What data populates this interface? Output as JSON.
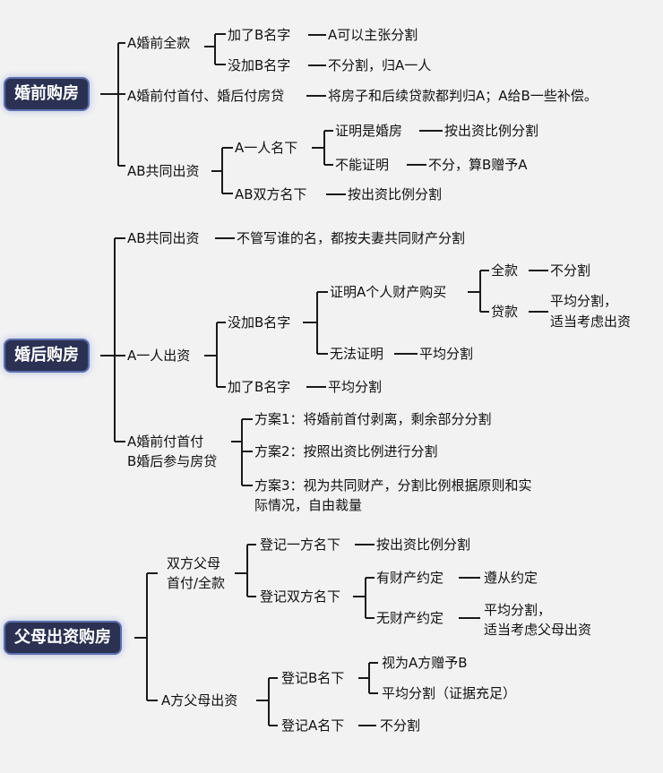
{
  "sections": {
    "premarital": {
      "title": "婚前购房",
      "full_pay": {
        "label": "A婚前全款",
        "with_b": "加了B名字",
        "with_b_result": "A可以主张分割",
        "without_b": "没加B名字",
        "without_b_result": "不分割，归A一人"
      },
      "down_pay": {
        "label": "A婚前付首付、婚后付房贷",
        "result": "将房子和后续贷款都判归A；A给B一些补偿。"
      },
      "joint": {
        "label": "AB共同出资",
        "a_only": "A一人名下",
        "proven": "证明是婚房",
        "proven_result": "按出资比例分割",
        "unproven": "不能证明",
        "unproven_result": "不分，算B赠予A",
        "both": "AB双方名下",
        "both_result": "按出资比例分割"
      }
    },
    "postmarital": {
      "title": "婚后购房",
      "joint": {
        "label": "AB共同出资",
        "result": "不管写谁的名，都按夫妻共同财产分割"
      },
      "a_only": {
        "label": "A一人出资",
        "without_b": "没加B名字",
        "proven": "证明A个人财产购买",
        "full": "全款",
        "full_result": "不分割",
        "loan": "贷款",
        "loan_result_1": "平均分割，",
        "loan_result_2": "适当考虑出资",
        "unproven": "无法证明",
        "unproven_result": "平均分割",
        "with_b": "加了B名字",
        "with_b_result": "平均分割"
      },
      "mixed": {
        "label_1": "A婚前付首付",
        "label_2": "B婚后参与房贷",
        "plan1": "方案1：将婚前首付剥离，剩余部分分割",
        "plan2": "方案2：按照出资比例进行分割",
        "plan3_1": "方案3：视为共同财产，分割比例根据原则和实",
        "plan3_2": "际情况，自由裁量"
      }
    },
    "parents": {
      "title": "父母出资购房",
      "both_parents": {
        "label_1": "双方父母",
        "label_2": "首付/全款",
        "one_name": "登记一方名下",
        "one_name_result": "按出资比例分割",
        "two_names": "登记双方名下",
        "agreement": "有财产约定",
        "agreement_result": "遵从约定",
        "no_agreement": "无财产约定",
        "no_agreement_result_1": "平均分割，",
        "no_agreement_result_2": "适当考虑父母出资"
      },
      "a_parents": {
        "label": "A方父母出资",
        "b_name": "登记B名下",
        "gift": "视为A方赠予B",
        "split": "平均分割（证据充足）",
        "a_name": "登记A名下",
        "a_name_result": "不分割"
      }
    }
  },
  "colors": {
    "line": "#1a1a1a",
    "root_bg": "#2b3152",
    "root_glow": "#5c6fae",
    "background": "#f2f2f2"
  }
}
